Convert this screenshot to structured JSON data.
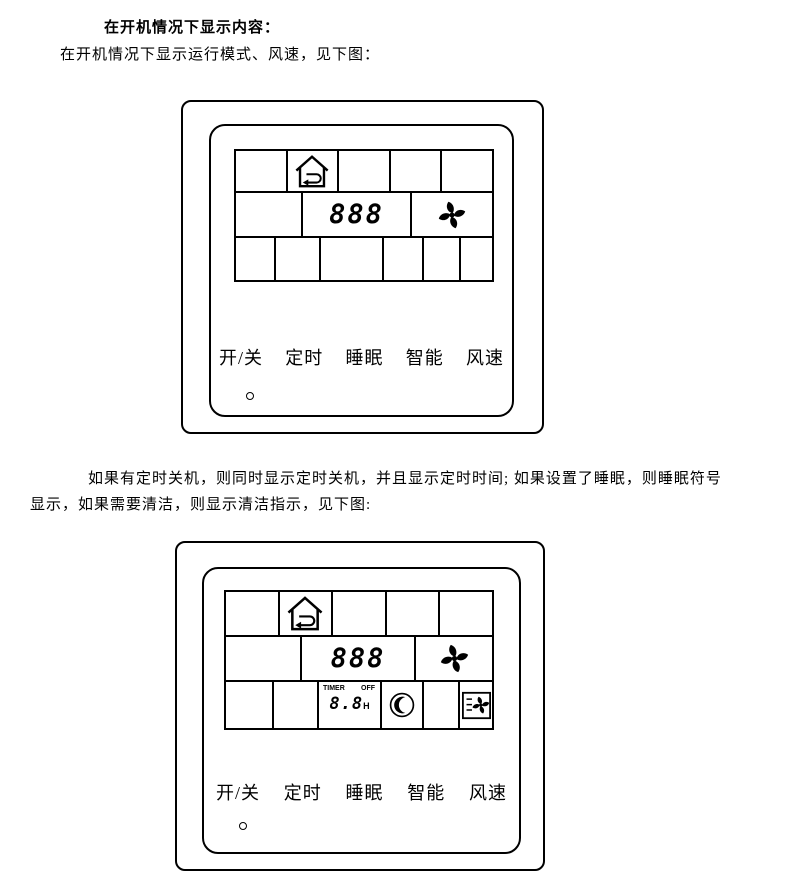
{
  "doc": {
    "heading": "在开机情况下显示内容：",
    "intro": "在开机情况下显示运行模式、风速，见下图：",
    "para2_line1": "如果有定时关机，则同时显示定时关机，并且显示定时时间; 如果设置了睡眠，则睡眠符号",
    "para2_line2": "显示，如果需要清洁，则显示清洁指示，见下图:"
  },
  "panel1": {
    "display_value": "888",
    "buttons": [
      "开/关",
      "定时",
      "睡眠",
      "智能",
      "风速"
    ],
    "icons": {
      "mode": "house-ventilation-icon",
      "fan": "fan-speed-icon"
    }
  },
  "panel2": {
    "display_value": "888",
    "timer": {
      "label_timer": "TIMER",
      "label_off": "OFF",
      "value": "8.8",
      "unit": "H"
    },
    "buttons": [
      "开/关",
      "定时",
      "睡眠",
      "智能",
      "风速"
    ],
    "icons": {
      "mode": "house-ventilation-icon",
      "fan": "fan-speed-icon",
      "sleep": "sleep-moon-icon",
      "clean": "clean-filter-icon"
    }
  },
  "colors": {
    "ink": "#000000",
    "background": "#ffffff"
  }
}
